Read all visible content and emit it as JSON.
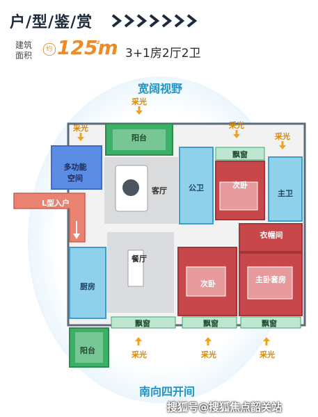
{
  "header": {
    "title": "户/型/鉴/赏",
    "area_label": "建筑面积",
    "area_prefix": "约",
    "area_value": "125m",
    "area_unit": "²",
    "layout": "3+1房2厅2卫"
  },
  "orientation": {
    "top": "宽阔视野",
    "bottom": "南向四开间"
  },
  "light_label": "采光",
  "rooms": {
    "balcony_top": "阳台",
    "multi_room": "多功能空间",
    "entrance": "L型入户",
    "living": "客厅",
    "public_bath": "公卫",
    "bay_window": "飘窗",
    "second_bedroom_top": "次卧",
    "master_bath": "主卫",
    "closet": "衣帽间",
    "dining": "餐厅",
    "kitchen": "厨房",
    "second_bedroom_bottom": "次卧",
    "master_suite": "主卧套房",
    "balcony_bottom": "阳台"
  },
  "watermark": "搜狐号@搜狐焦点韶关站",
  "colors": {
    "accent": "#f08a24",
    "blue": "#1f94c9",
    "bedroom_red": "#c8474a",
    "entrance_red": "#e98270",
    "green": "#3db067"
  }
}
